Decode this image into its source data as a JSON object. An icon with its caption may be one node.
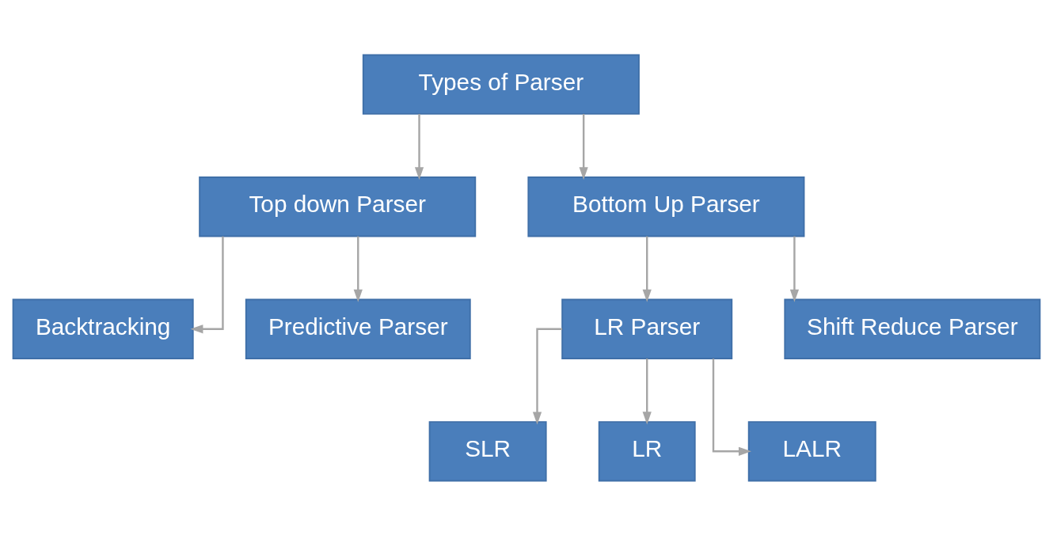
{
  "diagram": {
    "nodes": [
      {
        "text": [
          "Types of Parser"
        ]
      },
      {
        "text": [
          "Top down Parser"
        ]
      },
      {
        "text": [
          "Bottom Up Parser"
        ]
      },
      {
        "text": [
          "Backtracking"
        ]
      },
      {
        "text": [
          "Predictive Parser"
        ]
      },
      {
        "text": [
          "LR Parser"
        ]
      },
      {
        "text": [
          "Shift Reduce Parser"
        ]
      },
      {
        "text": [
          "SLR"
        ]
      },
      {
        "text": [
          "LR"
        ]
      },
      {
        "text": [
          "LALR"
        ]
      }
    ],
    "edges": [
      {
        "from": 0,
        "to": 1,
        "arrow": "to"
      },
      {
        "from": 0,
        "to": 2,
        "arrow": "to"
      },
      {
        "from": 1,
        "to": 3,
        "arrow": "to"
      },
      {
        "from": 1,
        "to": 4,
        "arrow": "to"
      },
      {
        "from": 2,
        "to": 5,
        "arrow": "to"
      },
      {
        "from": 2,
        "to": 6,
        "arrow": "to"
      },
      {
        "from": 5,
        "to": 7,
        "arrow": "to"
      },
      {
        "from": 5,
        "to": 8,
        "arrow": "to"
      },
      {
        "from": 5,
        "to": 9,
        "arrow": "to"
      }
    ]
  }
}
